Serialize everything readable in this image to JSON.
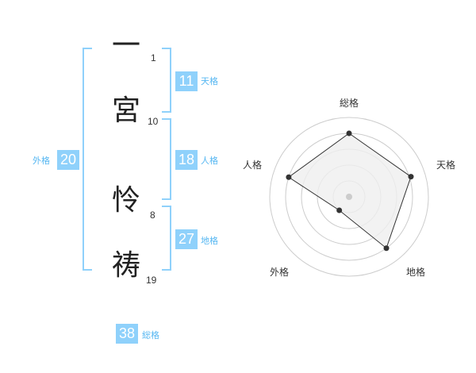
{
  "name": {
    "chars": [
      {
        "char": "一",
        "strokes": "1"
      },
      {
        "char": "宮",
        "strokes": "10"
      },
      {
        "char": "怜",
        "strokes": "8"
      },
      {
        "char": "祷",
        "strokes": "19"
      }
    ]
  },
  "kakusu": {
    "tenkaku": {
      "value": "11",
      "label": "天格"
    },
    "jinkaku": {
      "value": "18",
      "label": "人格"
    },
    "chikaku": {
      "value": "27",
      "label": "地格"
    },
    "gaikaku": {
      "value": "20",
      "label": "外格"
    },
    "soukaku": {
      "value": "38",
      "label": "総格"
    }
  },
  "chart_data": {
    "type": "radar",
    "axes": [
      "総格",
      "天格",
      "地格",
      "外格",
      "人格"
    ],
    "values": [
      0.8,
      0.82,
      0.8,
      0.21,
      0.8
    ],
    "max": 1,
    "rings": 5,
    "colors": {
      "fill": "#efefef",
      "line": "#333333",
      "ring": "#cccccc",
      "center": "#cccccc"
    }
  }
}
